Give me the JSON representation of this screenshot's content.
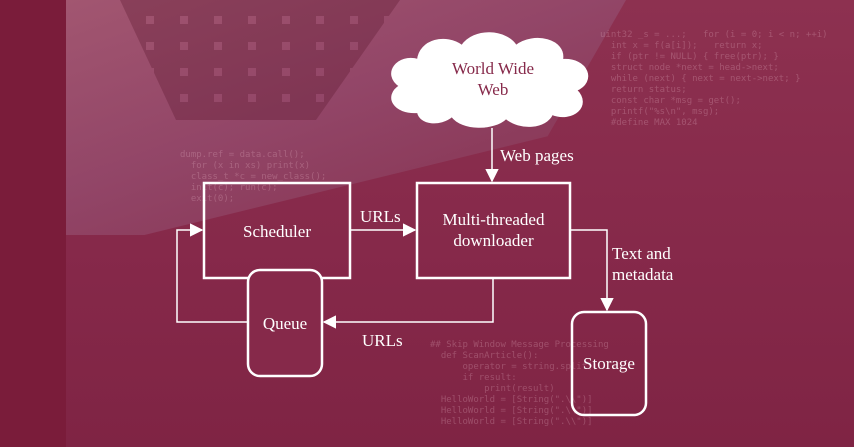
{
  "nodes": {
    "www": "World Wide\nWeb",
    "scheduler": "Scheduler",
    "downloader": "Multi-threaded\ndownloader",
    "queue": "Queue",
    "storage": "Storage"
  },
  "edges": {
    "web_pages": "Web pages",
    "urls_to_downloader": "URLs",
    "urls_to_queue": "URLs",
    "text_and_metadata": "Text and\nmetadata"
  }
}
